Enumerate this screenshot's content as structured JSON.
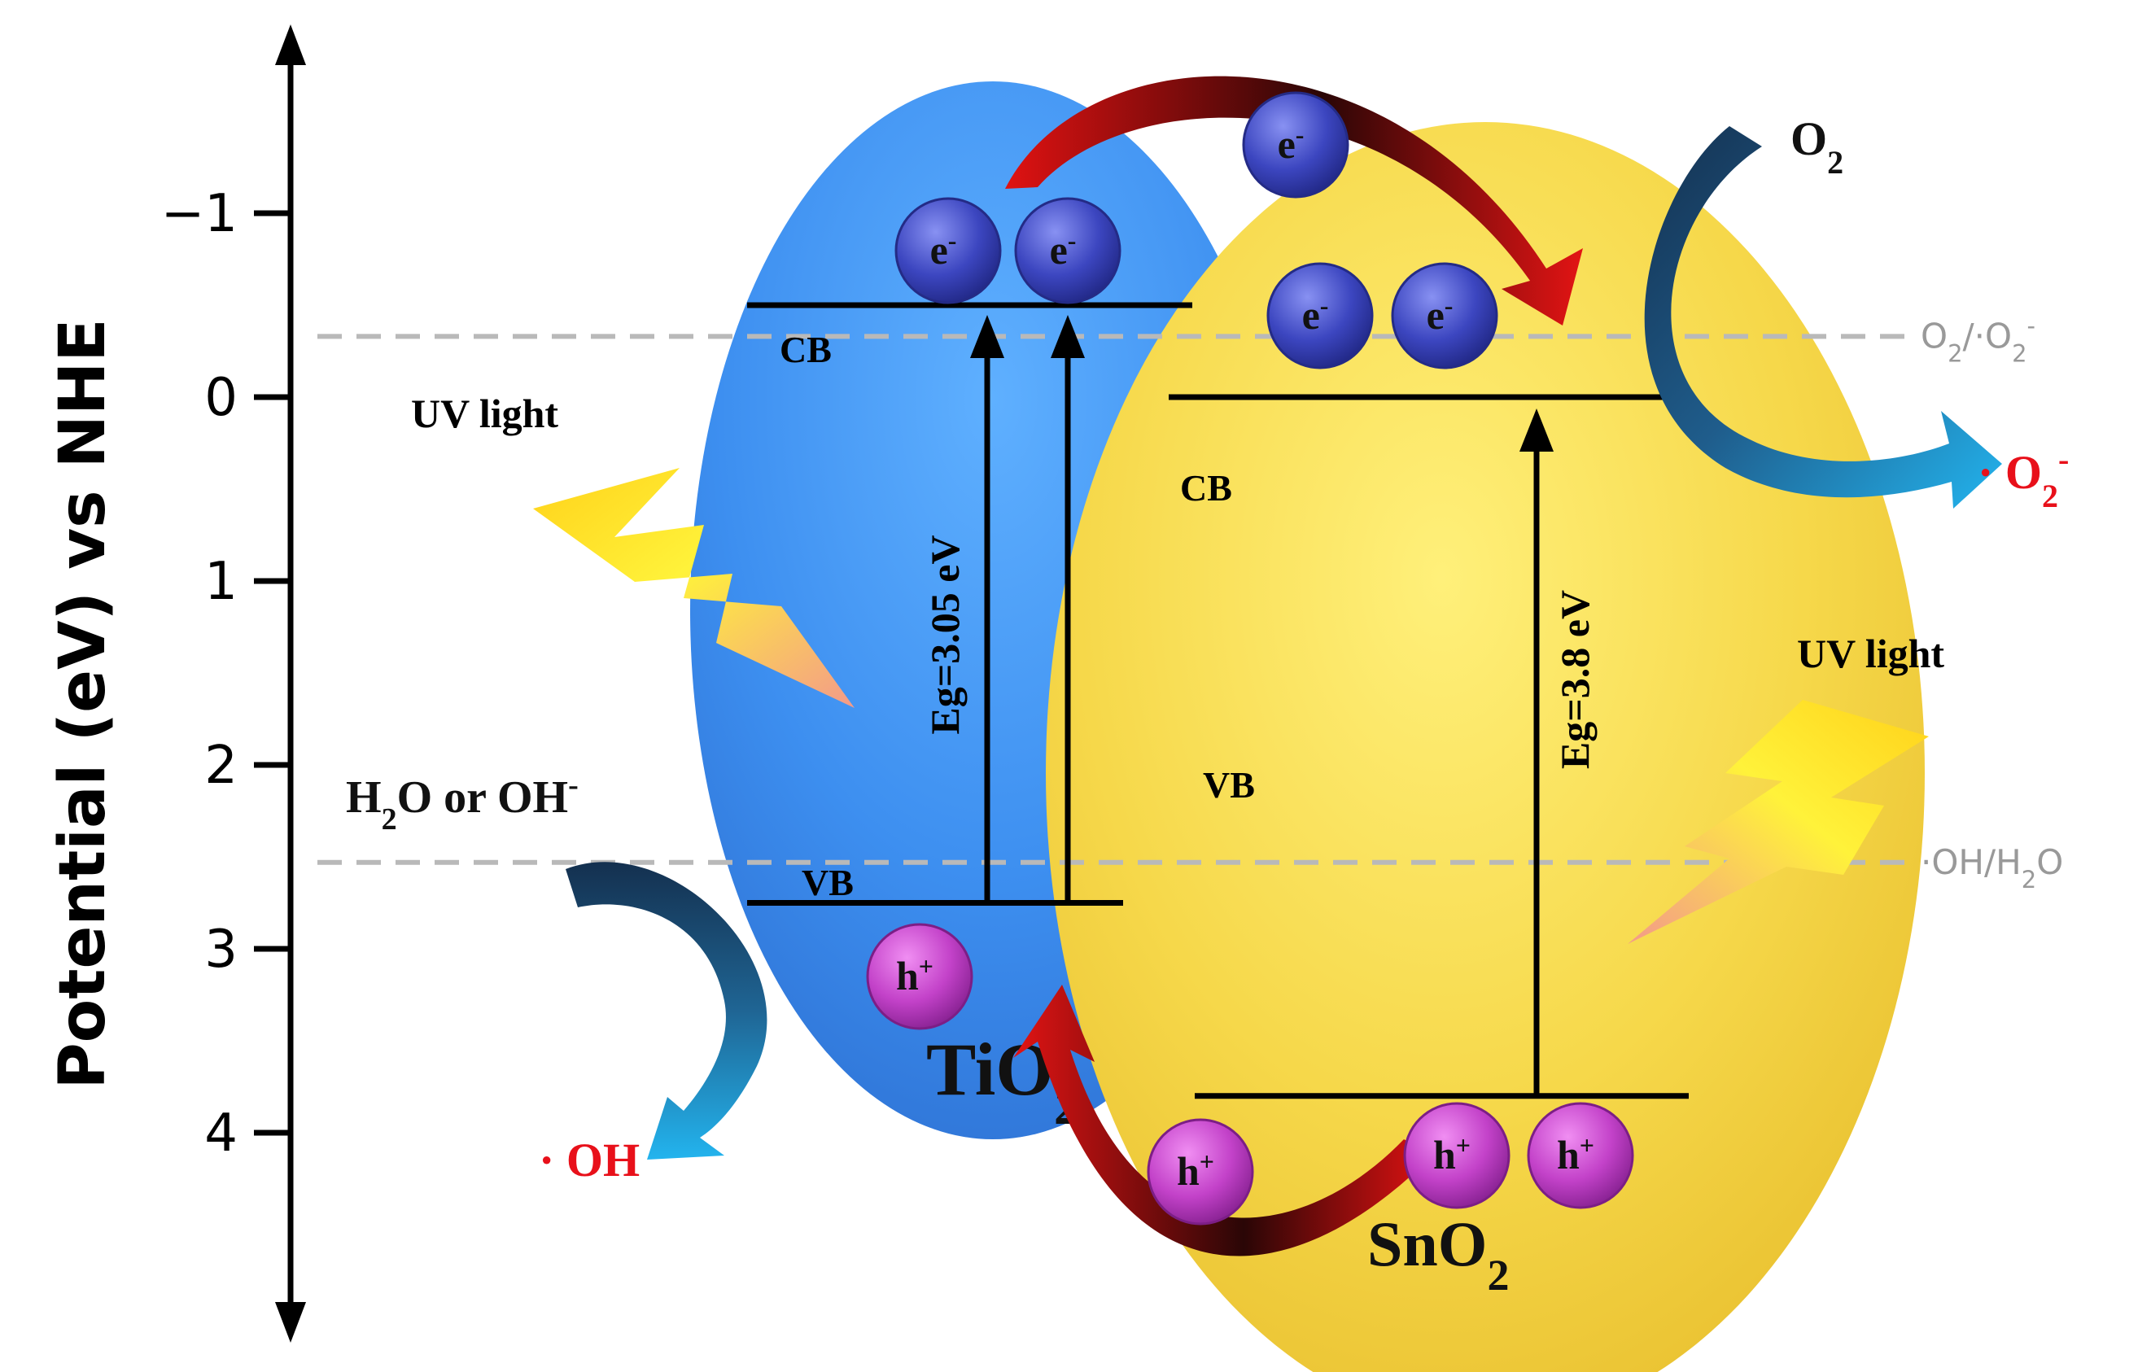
{
  "axis": {
    "label": "Potential (eV) vs NHE",
    "ticks": [
      {
        "value": -1,
        "text": "−1"
      },
      {
        "value": 0,
        "text": "0"
      },
      {
        "value": 1,
        "text": "1"
      },
      {
        "value": 2,
        "text": "2"
      },
      {
        "value": 3,
        "text": "3"
      },
      {
        "value": 4,
        "text": "4"
      }
    ]
  },
  "reference_potentials": {
    "o2": {
      "value": -0.33,
      "main": "O",
      "sub": "2",
      "mid": "/·O",
      "sub2": "2",
      "sup": "-"
    },
    "oh": {
      "value": 2.53,
      "main": "·OH/H",
      "sub": "2",
      "tail": "O"
    }
  },
  "tio2": {
    "name_main": "TiO",
    "name_sub": "2",
    "cb_label": "CB",
    "vb_label": "VB",
    "cb_value": -0.5,
    "vb_value": 2.75,
    "gap_label": "Eg=3.05 eV",
    "electron": "e",
    "electron_sup": "-",
    "hole": "h",
    "hole_sup": "+"
  },
  "sno2": {
    "name_main": "SnO",
    "name_sub": "2",
    "cb_label": "CB",
    "vb_label": "VB",
    "cb_value": 0.0,
    "vb_value": 3.8,
    "gap_label": "Eg=3.8 eV"
  },
  "reactions": {
    "uv_left": "UV light",
    "uv_right": "UV light",
    "water_main": "H",
    "water_sub": "2",
    "water_tail": "O or OH",
    "water_sup": "-",
    "oh_radical": "· OH",
    "o2_main": "O",
    "o2_sub": "2",
    "superoxide_main": "· O",
    "superoxide_sub": "2",
    "superoxide_sup": "-"
  },
  "colors": {
    "tio2_blue": "#3f8ff2",
    "sno2_yellow": "#f4d23c",
    "electron": "#3d45b8",
    "hole": "#c03fc6",
    "arrow_red": "#d51010",
    "arrow_navy": "#173a5c",
    "arrow_cyan": "#22aee8",
    "radical_red": "#e8101a",
    "dashed": "#b9b9b9"
  }
}
